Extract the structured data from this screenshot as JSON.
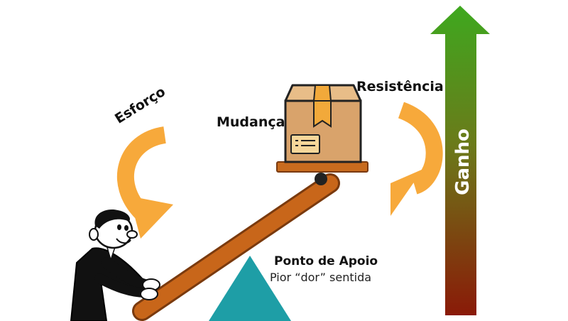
{
  "labels": {
    "effort": "Esforço",
    "change": "Mudança",
    "resistance": "Resistência",
    "fulcrum_title": "Ponto de Apoio",
    "fulcrum_subtitle": "Pior “dor” sentida",
    "gain": "Ganho"
  },
  "colors": {
    "curved_arrows": "#f7a93b",
    "lever": "#c8661a",
    "lever_dark": "#7a3a0e",
    "fulcrum": "#1e9ea6",
    "box": "#d9a36b",
    "box_dark": "#a8743f",
    "tape": "#f2a93a",
    "platform": "#c86b1e",
    "gain_arrow_top": "#3ea81f",
    "gain_arrow_bottom": "#8a1a08"
  },
  "icons": {
    "character": "businessman-pushing-icon",
    "box": "cardboard-box-icon",
    "effort_arrow": "curved-arrow-down-icon",
    "resistance_arrow": "curved-arrow-down-icon",
    "gain_arrow": "arrow-up-icon"
  }
}
